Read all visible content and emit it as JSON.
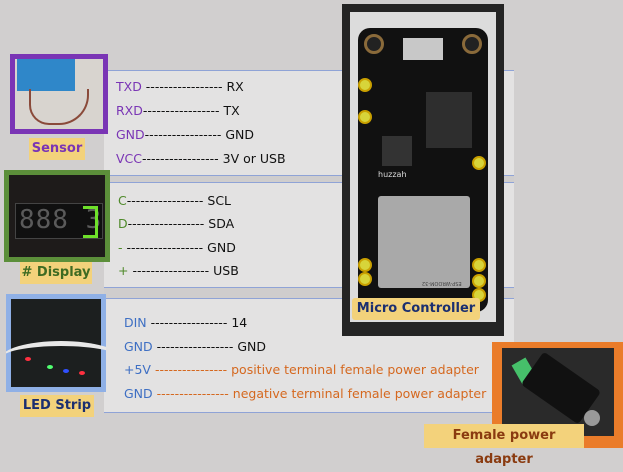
{
  "sensor": {
    "label": "Sensor",
    "rows": [
      {
        "pin": "TXD",
        "dashes": " ----------------- ",
        "target": "RX"
      },
      {
        "pin": "RXD",
        "dashes": "----------------- ",
        "target": "TX"
      },
      {
        "pin": "GND",
        "dashes": "----------------- ",
        "target": "GND"
      },
      {
        "pin": "VCC",
        "dashes": "----------------- ",
        "target": "3V or USB"
      }
    ]
  },
  "display": {
    "label": "# Display",
    "rows": [
      {
        "pin": "C",
        "dashes": "----------------- ",
        "target": "SCL"
      },
      {
        "pin": "D",
        "dashes": "----------------- ",
        "target": "SDA"
      },
      {
        "pin": "-",
        "dashes": "  ----------------- ",
        "target": "GND"
      },
      {
        "pin": "+",
        "dashes": " ----------------- ",
        "target": "USB"
      }
    ],
    "digits": "888 3"
  },
  "led_strip": {
    "label": "LED Strip",
    "rows": [
      {
        "pin": "DIN",
        "dashes": " ----------------- ",
        "target": "14"
      },
      {
        "pin": "GND",
        "dashes": " ----------------- ",
        "target": "GND"
      },
      {
        "pin": "+5V",
        "dashes": " ---------------- ",
        "target": "positive terminal female power adapter"
      },
      {
        "pin": "GND",
        "dashes": " ---------------- ",
        "target": "negative terminal female power adapter"
      }
    ]
  },
  "micro_controller": {
    "label": "Micro Controller",
    "board_text": "huzzah",
    "module_text": "ESP-WROOM-32"
  },
  "power_adapter": {
    "label": "Female power adapter"
  },
  "colors": {
    "sensor": "#7a35b5",
    "display": "#5c8f3a",
    "led": "#3e6fc3",
    "orange": "#d5681f",
    "label_bg": "#f3d27b",
    "highlight": "#d7d43a"
  }
}
